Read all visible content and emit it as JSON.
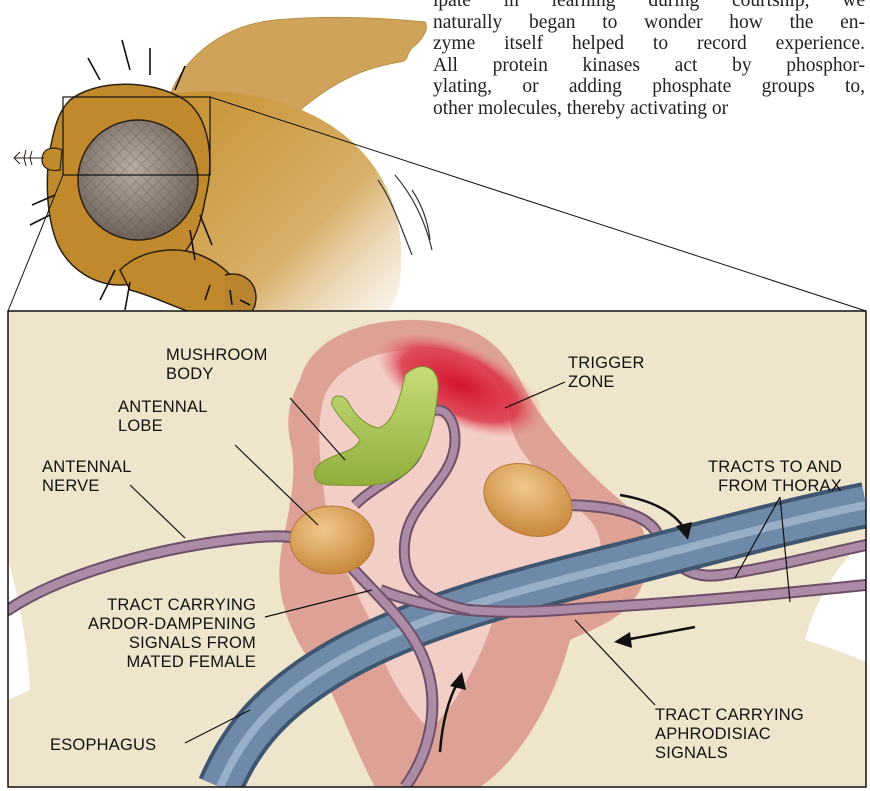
{
  "article": {
    "lines": [
      "ipate in learning during courtship, we",
      "naturally began to wonder how the en-",
      "zyme itself helped to record experience.",
      "All protein kinases act by phosphor-",
      "ylating, or adding phosphate groups to,",
      "other molecules, thereby activating or"
    ]
  },
  "labels": {
    "mushroom_body": [
      "MUSHROOM",
      "BODY"
    ],
    "trigger_zone": [
      "TRIGGER",
      "ZONE"
    ],
    "antennal_lobe": [
      "ANTENNAL",
      "LOBE"
    ],
    "antennal_nerve": [
      "ANTENNAL",
      "NERVE"
    ],
    "tracts_thorax": [
      "TRACTS TO AND",
      "FROM THORAX"
    ],
    "tract_ardor": [
      "TRACT CARRYING",
      "ARDOR-DAMPENING",
      "SIGNALS FROM",
      "MATED FEMALE"
    ],
    "esophagus": [
      "ESOPHAGUS"
    ],
    "tract_aphrodisiac": [
      "TRACT CARRYING",
      "APHRODISIAC",
      "SIGNALS"
    ]
  },
  "colors": {
    "background_tissue": "#efe4cc",
    "brain_outer": "#dfa398",
    "brain_inner": "#f3cfc8",
    "trigger_zone": "#d8283a",
    "mushroom_body": "#a9c451",
    "antennal_lobe": "#e0a55c",
    "nerve_tract": "#9b7a93",
    "esophagus": "#6f8aa8",
    "fly_body": "#c9952f"
  }
}
